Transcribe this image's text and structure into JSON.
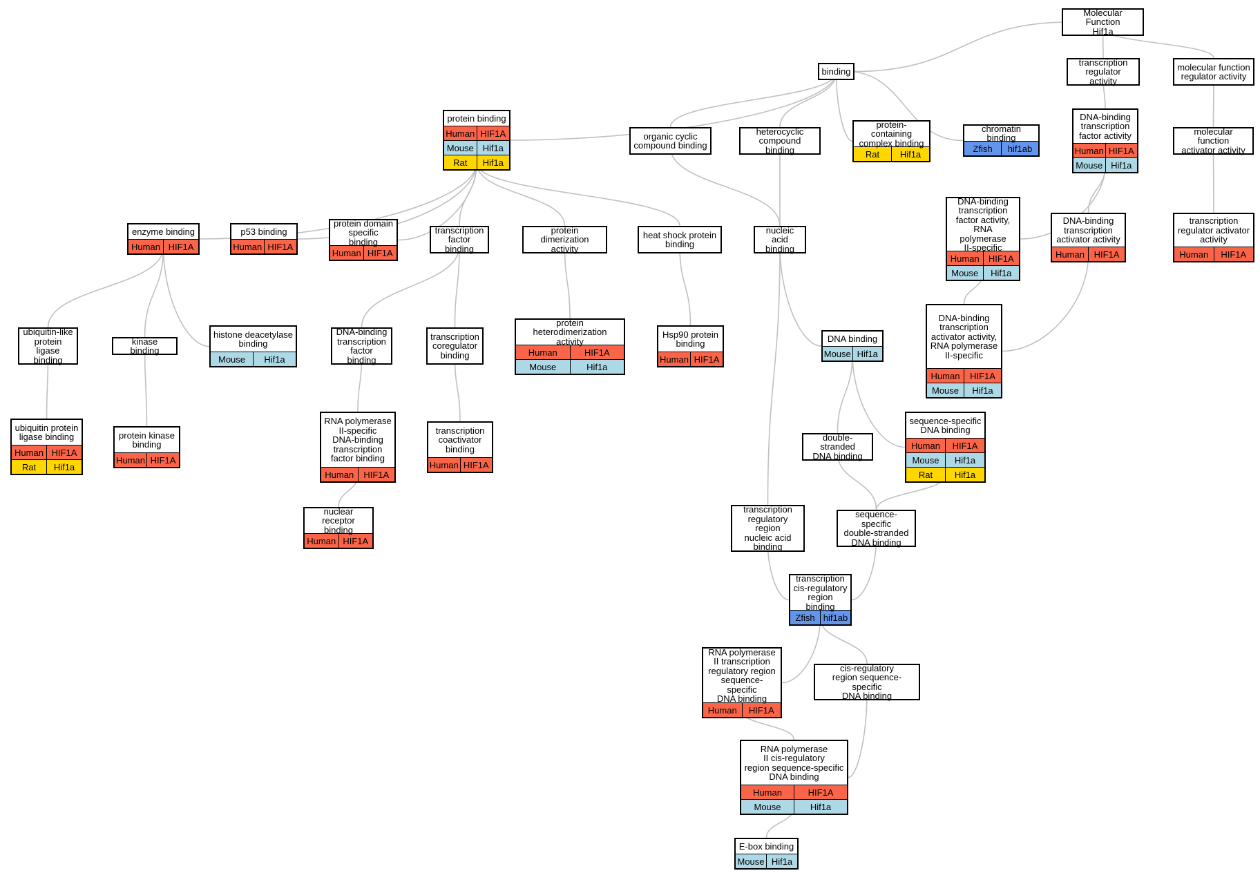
{
  "diagram": {
    "colors": {
      "edge": "#c0c0c0",
      "Human": "#fa6448",
      "Mouse": "#add8e6",
      "Rat": "#ffd700",
      "Zfish": "#6495ed"
    },
    "nodes": [
      {
        "id": "mf",
        "label": "Molecular Function\nHif1a",
        "rows": []
      },
      {
        "id": "binding",
        "label": "binding",
        "rows": []
      },
      {
        "id": "tra",
        "label": "transcription\nregulator activity",
        "rows": []
      },
      {
        "id": "mfra",
        "label": "molecular function\nregulator activity",
        "rows": []
      },
      {
        "id": "protbind",
        "label": "protein binding",
        "rows": [
          {
            "species": "Human",
            "gene": "HIF1A"
          },
          {
            "species": "Mouse",
            "gene": "Hif1a"
          },
          {
            "species": "Rat",
            "gene": "Hif1a"
          }
        ]
      },
      {
        "id": "ocb",
        "label": "organic cyclic\ncompound binding",
        "rows": []
      },
      {
        "id": "hcb",
        "label": "heterocyclic\ncompound binding",
        "rows": []
      },
      {
        "id": "pccb",
        "label": "protein-containing\ncomplex binding",
        "rows": [
          {
            "species": "Rat",
            "gene": "Hif1a"
          }
        ]
      },
      {
        "id": "chrom",
        "label": "chromatin binding",
        "rows": [
          {
            "species": "Zfish",
            "gene": "hif1ab"
          }
        ]
      },
      {
        "id": "dbtfa",
        "label": "DNA-binding\ntranscription\nfactor activity",
        "rows": [
          {
            "species": "Human",
            "gene": "HIF1A"
          },
          {
            "species": "Mouse",
            "gene": "Hif1a"
          }
        ]
      },
      {
        "id": "mfaa",
        "label": "molecular function\nactivator activity",
        "rows": []
      },
      {
        "id": "enzb",
        "label": "enzyme binding",
        "rows": [
          {
            "species": "Human",
            "gene": "HIF1A"
          }
        ]
      },
      {
        "id": "p53",
        "label": "p53 binding",
        "rows": [
          {
            "species": "Human",
            "gene": "HIF1A"
          }
        ]
      },
      {
        "id": "pdsb",
        "label": "protein domain\nspecific binding",
        "rows": [
          {
            "species": "Human",
            "gene": "HIF1A"
          }
        ]
      },
      {
        "id": "tfb",
        "label": "transcription\nfactor binding",
        "rows": []
      },
      {
        "id": "pda",
        "label": "protein dimerization\nactivity",
        "rows": []
      },
      {
        "id": "hspb",
        "label": "heat shock protein\nbinding",
        "rows": []
      },
      {
        "id": "nab",
        "label": "nucleic acid\nbinding",
        "rows": []
      },
      {
        "id": "dbtfa2",
        "label": "DNA-binding\ntranscription\nfactor activity,\nRNA polymerase\nII-specific",
        "rows": [
          {
            "species": "Human",
            "gene": "HIF1A"
          },
          {
            "species": "Mouse",
            "gene": "Hif1a"
          }
        ]
      },
      {
        "id": "dbtaa",
        "label": "DNA-binding\ntranscription\nactivator activity",
        "rows": [
          {
            "species": "Human",
            "gene": "HIF1A"
          }
        ]
      },
      {
        "id": "traa",
        "label": "transcription\nregulator activator\nactivity",
        "rows": [
          {
            "species": "Human",
            "gene": "HIF1A"
          }
        ]
      },
      {
        "id": "ublpl",
        "label": "ubiquitin-like\nprotein ligase\nbinding",
        "rows": []
      },
      {
        "id": "kinb",
        "label": "kinase binding",
        "rows": []
      },
      {
        "id": "hdacb",
        "label": "histone deacetylase\nbinding",
        "rows": [
          {
            "species": "Mouse",
            "gene": "Hif1a"
          }
        ]
      },
      {
        "id": "dbtfb",
        "label": "DNA-binding\ntranscription\nfactor binding",
        "rows": []
      },
      {
        "id": "tcb",
        "label": "transcription\ncoregulator\nbinding",
        "rows": []
      },
      {
        "id": "phda",
        "label": "protein heterodimerization\nactivity",
        "rows": [
          {
            "species": "Human",
            "gene": "HIF1A"
          },
          {
            "species": "Mouse",
            "gene": "Hif1a"
          }
        ]
      },
      {
        "id": "hsp90",
        "label": "Hsp90 protein\nbinding",
        "rows": [
          {
            "species": "Human",
            "gene": "HIF1A"
          }
        ]
      },
      {
        "id": "dnab",
        "label": "DNA binding",
        "rows": [
          {
            "species": "Mouse",
            "gene": "Hif1a"
          }
        ]
      },
      {
        "id": "dbtaa2",
        "label": "DNA-binding\ntranscription\nactivator activity,\nRNA polymerase\nII-specific",
        "rows": [
          {
            "species": "Human",
            "gene": "HIF1A"
          },
          {
            "species": "Mouse",
            "gene": "Hif1a"
          }
        ]
      },
      {
        "id": "upl",
        "label": "ubiquitin protein\nligase binding",
        "rows": [
          {
            "species": "Human",
            "gene": "HIF1A"
          },
          {
            "species": "Rat",
            "gene": "Hif1a"
          }
        ]
      },
      {
        "id": "pkb",
        "label": "protein kinase\nbinding",
        "rows": [
          {
            "species": "Human",
            "gene": "HIF1A"
          }
        ]
      },
      {
        "id": "rnap2tfb",
        "label": "RNA polymerase\nII-specific\nDNA-binding\ntranscription\nfactor binding",
        "rows": [
          {
            "species": "Human",
            "gene": "HIF1A"
          }
        ]
      },
      {
        "id": "tcab",
        "label": "transcription\ncoactivator\nbinding",
        "rows": [
          {
            "species": "Human",
            "gene": "HIF1A"
          }
        ]
      },
      {
        "id": "ssdb",
        "label": "sequence-specific\nDNA binding",
        "rows": [
          {
            "species": "Human",
            "gene": "HIF1A"
          },
          {
            "species": "Mouse",
            "gene": "Hif1a"
          },
          {
            "species": "Rat",
            "gene": "Hif1a"
          }
        ]
      },
      {
        "id": "dsdb",
        "label": "double-stranded\nDNA binding",
        "rows": []
      },
      {
        "id": "nrb",
        "label": "nuclear receptor\nbinding",
        "rows": [
          {
            "species": "Human",
            "gene": "HIF1A"
          }
        ]
      },
      {
        "id": "trrnab",
        "label": "transcription\nregulatory region\nnucleic acid\nbinding",
        "rows": []
      },
      {
        "id": "ssdsdb",
        "label": "sequence-specific\ndouble-stranded\nDNA binding",
        "rows": []
      },
      {
        "id": "tcrrb",
        "label": "transcription\ncis-regulatory\nregion binding",
        "rows": [
          {
            "species": "Zfish",
            "gene": "hif1ab"
          }
        ]
      },
      {
        "id": "rnap2trr",
        "label": "RNA polymerase\nII transcription\nregulatory region\nsequence-specific\nDNA binding",
        "rows": [
          {
            "species": "Human",
            "gene": "HIF1A"
          }
        ]
      },
      {
        "id": "crrss",
        "label": "cis-regulatory\nregion sequence-specific\nDNA binding",
        "rows": []
      },
      {
        "id": "rnap2crr",
        "label": "RNA polymerase\nII cis-regulatory\nregion sequence-specific\nDNA binding",
        "rows": [
          {
            "species": "Human",
            "gene": "HIF1A"
          },
          {
            "species": "Mouse",
            "gene": "Hif1a"
          }
        ]
      },
      {
        "id": "ebox",
        "label": "E-box binding",
        "rows": [
          {
            "species": "Mouse",
            "gene": "Hif1a"
          }
        ]
      }
    ]
  }
}
